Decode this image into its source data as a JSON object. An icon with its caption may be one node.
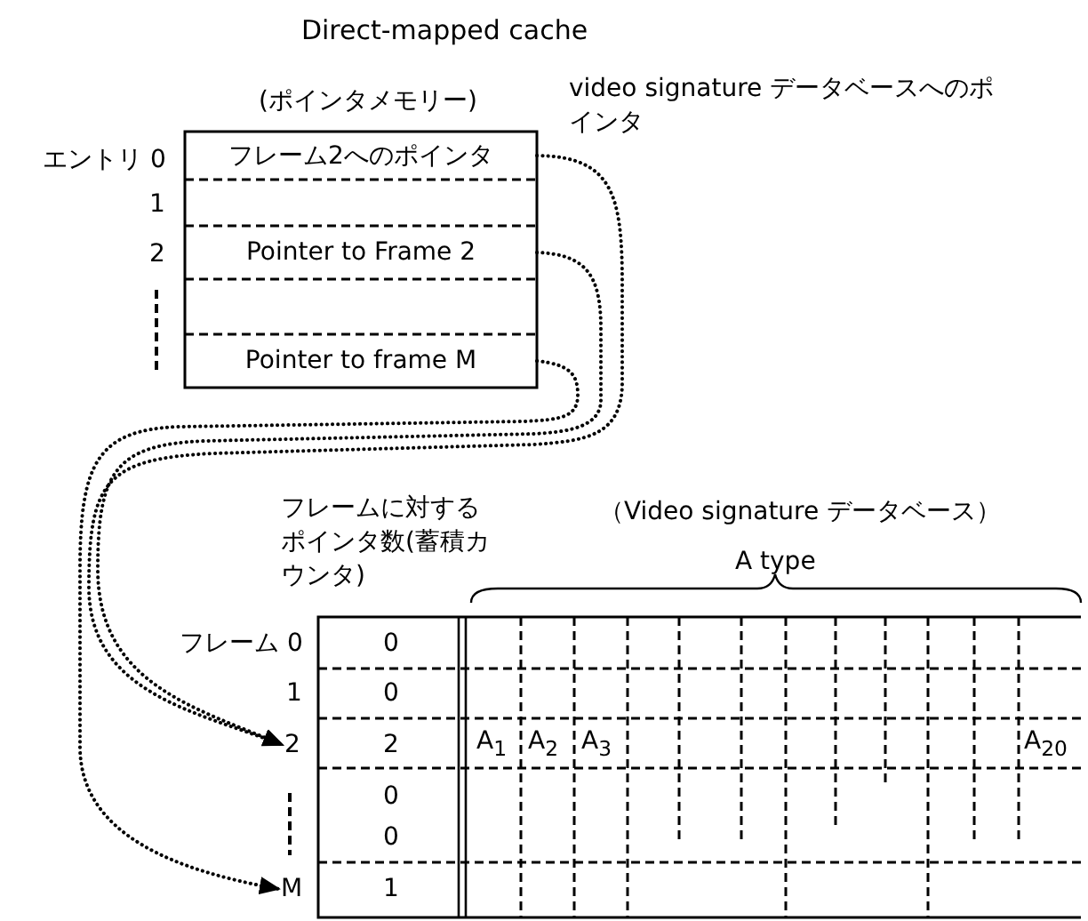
{
  "diagram": {
    "title": "Direct-mapped cache",
    "nodes": [
      {
        "text": [
          "フレーム2へのポインタ"
        ]
      },
      {
        "text": [
          "Pointer to Frame 2"
        ]
      },
      {
        "text": [
          "Pointer to frame M"
        ]
      },
      {
        "text": [
          "2"
        ]
      },
      {
        "text": [
          "M"
        ]
      }
    ],
    "edges": [
      {
        "from": 0,
        "to": 3,
        "arrow": "to"
      },
      {
        "from": 1,
        "to": 3,
        "arrow": "to"
      },
      {
        "from": 2,
        "to": 4,
        "arrow": "to"
      }
    ],
    "labels": [
      "(ポインタメモリー)",
      "video signature データベースへのポインタ",
      "エントリ 0",
      "1",
      "2",
      "フレームに対するポインタ数(蓄積カウンタ)",
      "（Video signature データベース）",
      "A type",
      "フレーム 0",
      "0",
      "1",
      "0",
      "2",
      "A$_{1}$",
      "A$_{2}$",
      "A$_{3}$",
      "A$_{20}$",
      "0",
      "0",
      "1"
    ]
  }
}
